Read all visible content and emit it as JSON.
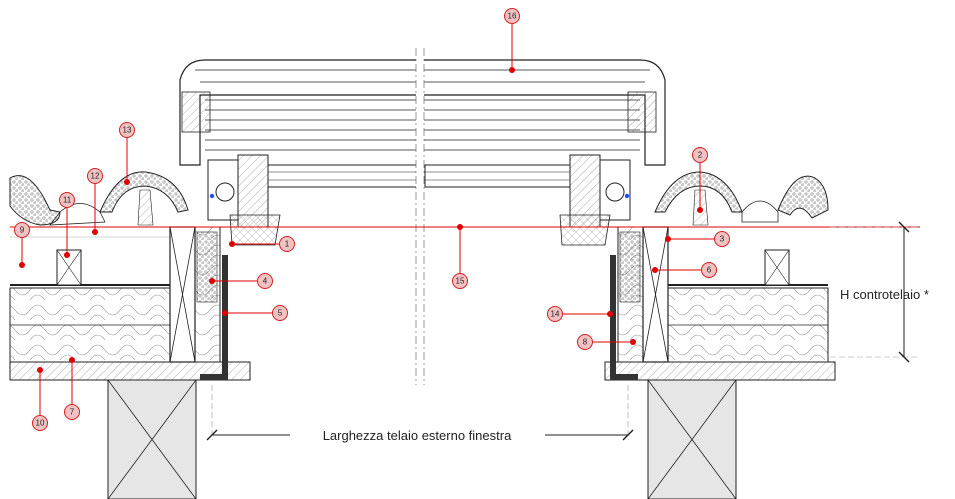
{
  "labels": {
    "width_dimension": "Larghezza telaio esterno finestra",
    "height_dimension": "H controtelaio *"
  },
  "callouts": [
    "1",
    "2",
    "3",
    "4",
    "5",
    "6",
    "7",
    "8",
    "9",
    "10",
    "11",
    "12",
    "13",
    "14",
    "15",
    "16"
  ],
  "colors": {
    "line": "#1a1a1a",
    "callout_fill": "#f2c2c2",
    "callout_stroke": "#d42020",
    "leader": "#e00000",
    "insulation": "#f2f2f2",
    "timber": "#e4e4e4",
    "blue_detail": "#1f4fff"
  }
}
